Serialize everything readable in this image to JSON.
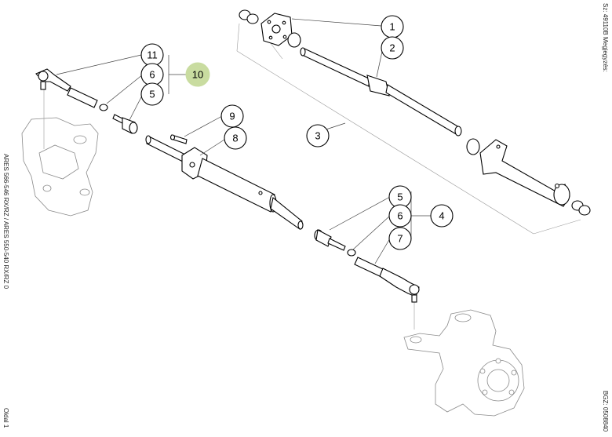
{
  "margin_text": {
    "left_top": "ARES 566-546 RX/RZ / ARES 550-540 RX/RZ 0",
    "left_bottom": "Oldal 1",
    "right_top": "Sz: 49110B  Megjegyzés:",
    "right_bottom": "BGZ: 0508840"
  },
  "callouts": [
    {
      "id": "c1",
      "label": "1"
    },
    {
      "id": "c2",
      "label": "2"
    },
    {
      "id": "c3",
      "label": "3"
    },
    {
      "id": "c4",
      "label": "4"
    },
    {
      "id": "c5a",
      "label": "5"
    },
    {
      "id": "c6a",
      "label": "6"
    },
    {
      "id": "c7",
      "label": "7"
    },
    {
      "id": "c8",
      "label": "8"
    },
    {
      "id": "c9",
      "label": "9"
    },
    {
      "id": "c10",
      "label": "10"
    },
    {
      "id": "c11",
      "label": "11"
    },
    {
      "id": "c6b",
      "label": "6"
    },
    {
      "id": "c5b",
      "label": "5"
    }
  ],
  "colors": {
    "highlight": "#c9dca0",
    "outline": "#000000",
    "ghost": "#8a8a8a"
  }
}
